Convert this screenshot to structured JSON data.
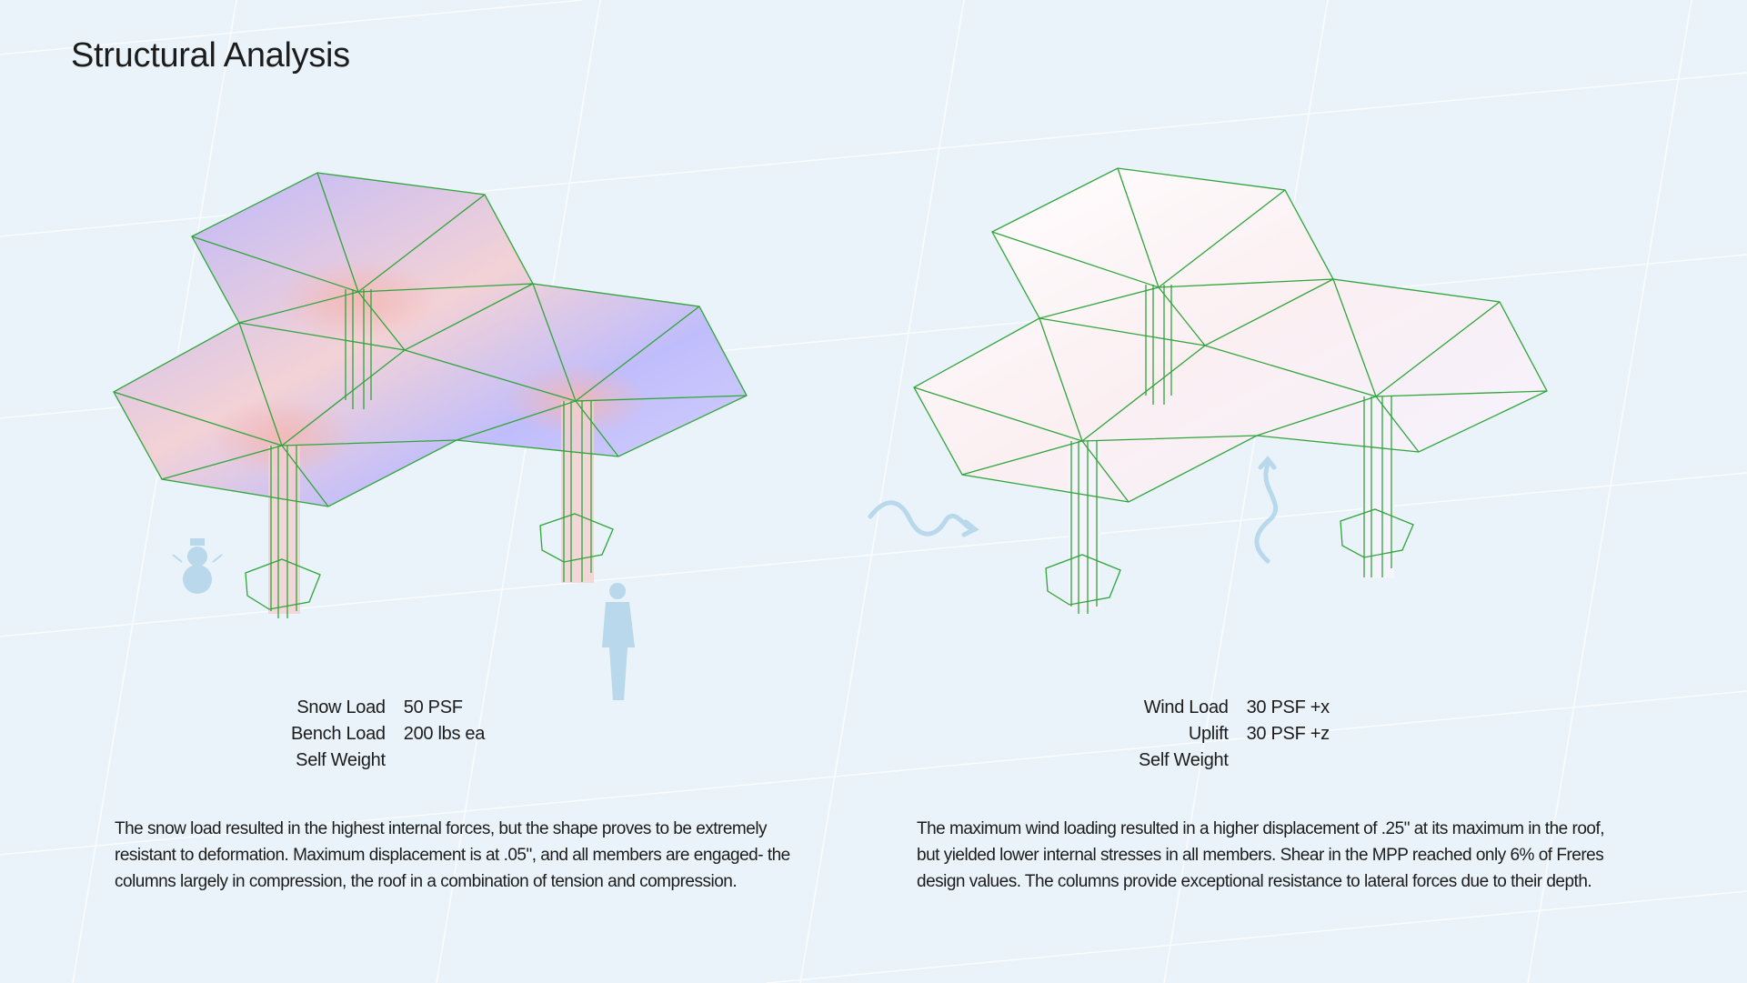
{
  "title": "Structural Analysis",
  "left_panel": {
    "loads": [
      {
        "label": "Snow Load",
        "value": "50 PSF"
      },
      {
        "label": "Bench Load",
        "value": "200 lbs ea"
      },
      {
        "label": "Self Weight",
        "value": ""
      }
    ],
    "description": "The snow load resulted in the highest internal forces, but the shape proves to be extremely resistant to deformation. Maximum displacement is at .05\", and all members  are engaged- the columns largely in compression, the roof in a combination of tension and compression."
  },
  "right_panel": {
    "loads": [
      {
        "label": "Wind Load",
        "value": "30 PSF +x"
      },
      {
        "label": "Uplift",
        "value": "30 PSF +z"
      },
      {
        "label": "Self Weight",
        "value": ""
      }
    ],
    "description": "The maximum wind loading resulted in a higher displacement of .25\" at its maximum in the roof, but yielded lower internal stresses in all members. Shear in the MPP reached only 6% of Freres design values. The columns provide exceptional resistance to lateral forces due to their depth."
  },
  "colors": {
    "background": "#e9f3f9",
    "wireframe": "#2fa53a",
    "compression": "#b9b9ff",
    "tension": "#f7c9c6",
    "icon": "#b9d8ec"
  }
}
